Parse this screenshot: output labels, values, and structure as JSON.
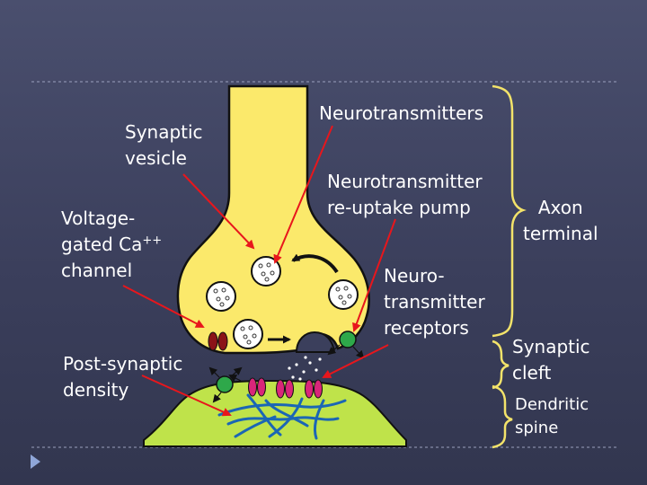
{
  "labels": {
    "neurotransmitters": "Neurotransmitters",
    "synaptic_vesicle": "Synaptic\nvesicle",
    "reuptake_pump": "Neurotransmitter\nre-uptake pump",
    "axon_terminal": "Axon\nterminal",
    "voltage_gated_ca_line1": "Voltage-\ngated Ca",
    "voltage_gated_ca_sup": "++",
    "voltage_gated_ca_line2": "channel",
    "nt_receptors": "Neuro-\ntransmitter\nreceptors",
    "synaptic_cleft": "Synaptic\ncleft",
    "post_synaptic_density": "Post-synaptic\ndensity",
    "dendritic_spine": "Dendritic\nspine"
  },
  "colors": {
    "background": "#3b3f5c",
    "axon": "#fbe96b",
    "spine": "#bfe34a",
    "vesicle": "#ffffff",
    "arrow": "#e8161c",
    "bracket": "#f3e36a",
    "dotted_line": "#9aa0bd",
    "ca_channel": "#8b1418",
    "receptor": "#d9267a",
    "pump": "#2ea84a",
    "filament": "#1b66b5",
    "play_icon": "#8fa6d8"
  }
}
